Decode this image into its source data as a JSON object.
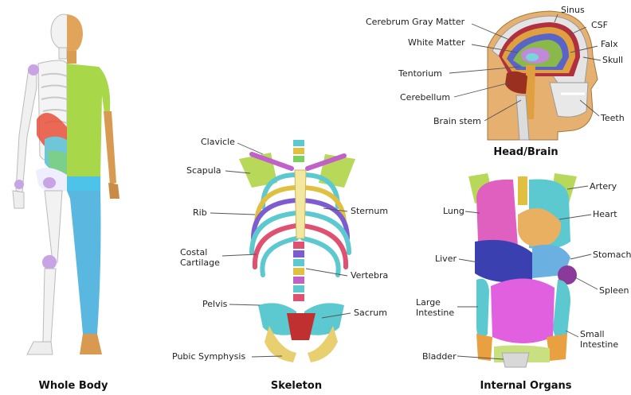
{
  "panels": {
    "whole_body": {
      "caption": "Whole Body"
    },
    "skeleton": {
      "caption": "Skeleton",
      "labels": {
        "clavicle": "Clavicle",
        "scapula": "Scapula",
        "rib": "Rib",
        "costal_cartilage_1": "Costal",
        "costal_cartilage_2": "Cartilage",
        "pelvis": "Pelvis",
        "pubic_symphysis": "Pubic Symphysis",
        "sternum": "Sternum",
        "vertebra": "Vertebra",
        "sacrum": "Sacrum"
      }
    },
    "head_brain": {
      "caption": "Head/Brain",
      "labels": {
        "sinus": "Sinus",
        "cerebrum_gray_matter": "Cerebrum Gray Matter",
        "csf": "CSF",
        "white_matter": "White Matter",
        "falx": "Falx",
        "skull": "Skull",
        "tentorium": "Tentorium",
        "cerebellum": "Cerebellum",
        "brain_stem": "Brain stem",
        "teeth": "Teeth"
      }
    },
    "internal_organs": {
      "caption": "Internal Organs",
      "labels": {
        "artery": "Artery",
        "lung": "Lung",
        "heart": "Heart",
        "liver": "Liver",
        "stomach": "Stomach",
        "spleen": "Spleen",
        "large_intestine_1": "Large",
        "large_intestine_2": "Intestine",
        "small_intestine_1": "Small",
        "small_intestine_2": "Intestine",
        "bladder": "Bladder"
      }
    }
  }
}
